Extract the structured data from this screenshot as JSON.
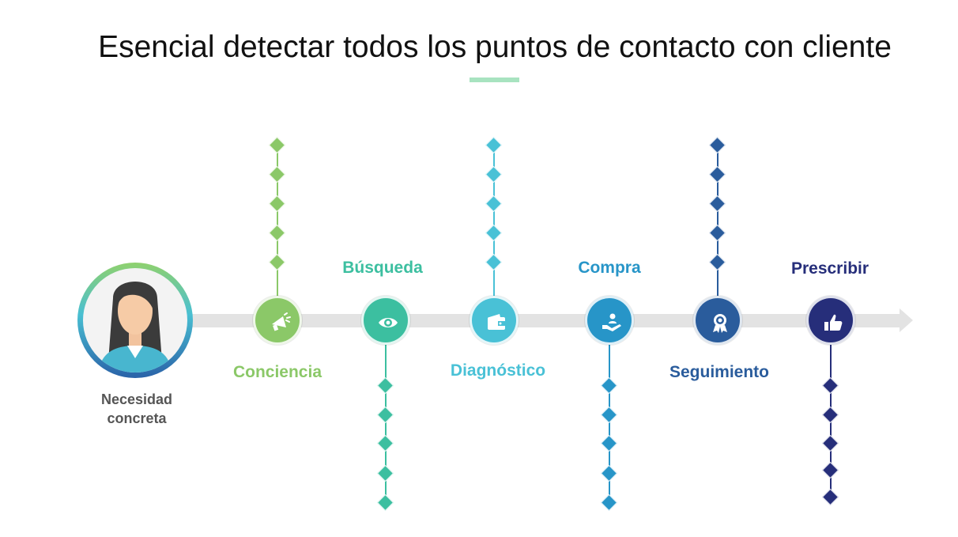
{
  "title": "Esencial detectar todos los puntos de contacto con cliente",
  "person": {
    "label_line1": "Necesidad",
    "label_line2": "concreta"
  },
  "stages": [
    {
      "id": "conciencia",
      "label": "Conciencia",
      "color": "#8bc868",
      "icon": "megaphone-icon"
    },
    {
      "id": "busqueda",
      "label": "Búsqueda",
      "color": "#3cbfa0",
      "icon": "eye-icon"
    },
    {
      "id": "diagnostico",
      "label": "Diagnóstico",
      "color": "#49c1d6",
      "icon": "wallet-icon"
    },
    {
      "id": "compra",
      "label": "Compra",
      "color": "#2795c8",
      "icon": "hand-person-icon"
    },
    {
      "id": "seguimiento",
      "label": "Seguimiento",
      "color": "#2a5c9c",
      "icon": "award-icon"
    },
    {
      "id": "prescribir",
      "label": "Prescribir",
      "color": "#262e7a",
      "icon": "thumbs-up-icon"
    }
  ],
  "colors": {
    "arrow": "#e3e3e3",
    "title_underline": "#a8e3c0",
    "person_label": "#555555"
  }
}
